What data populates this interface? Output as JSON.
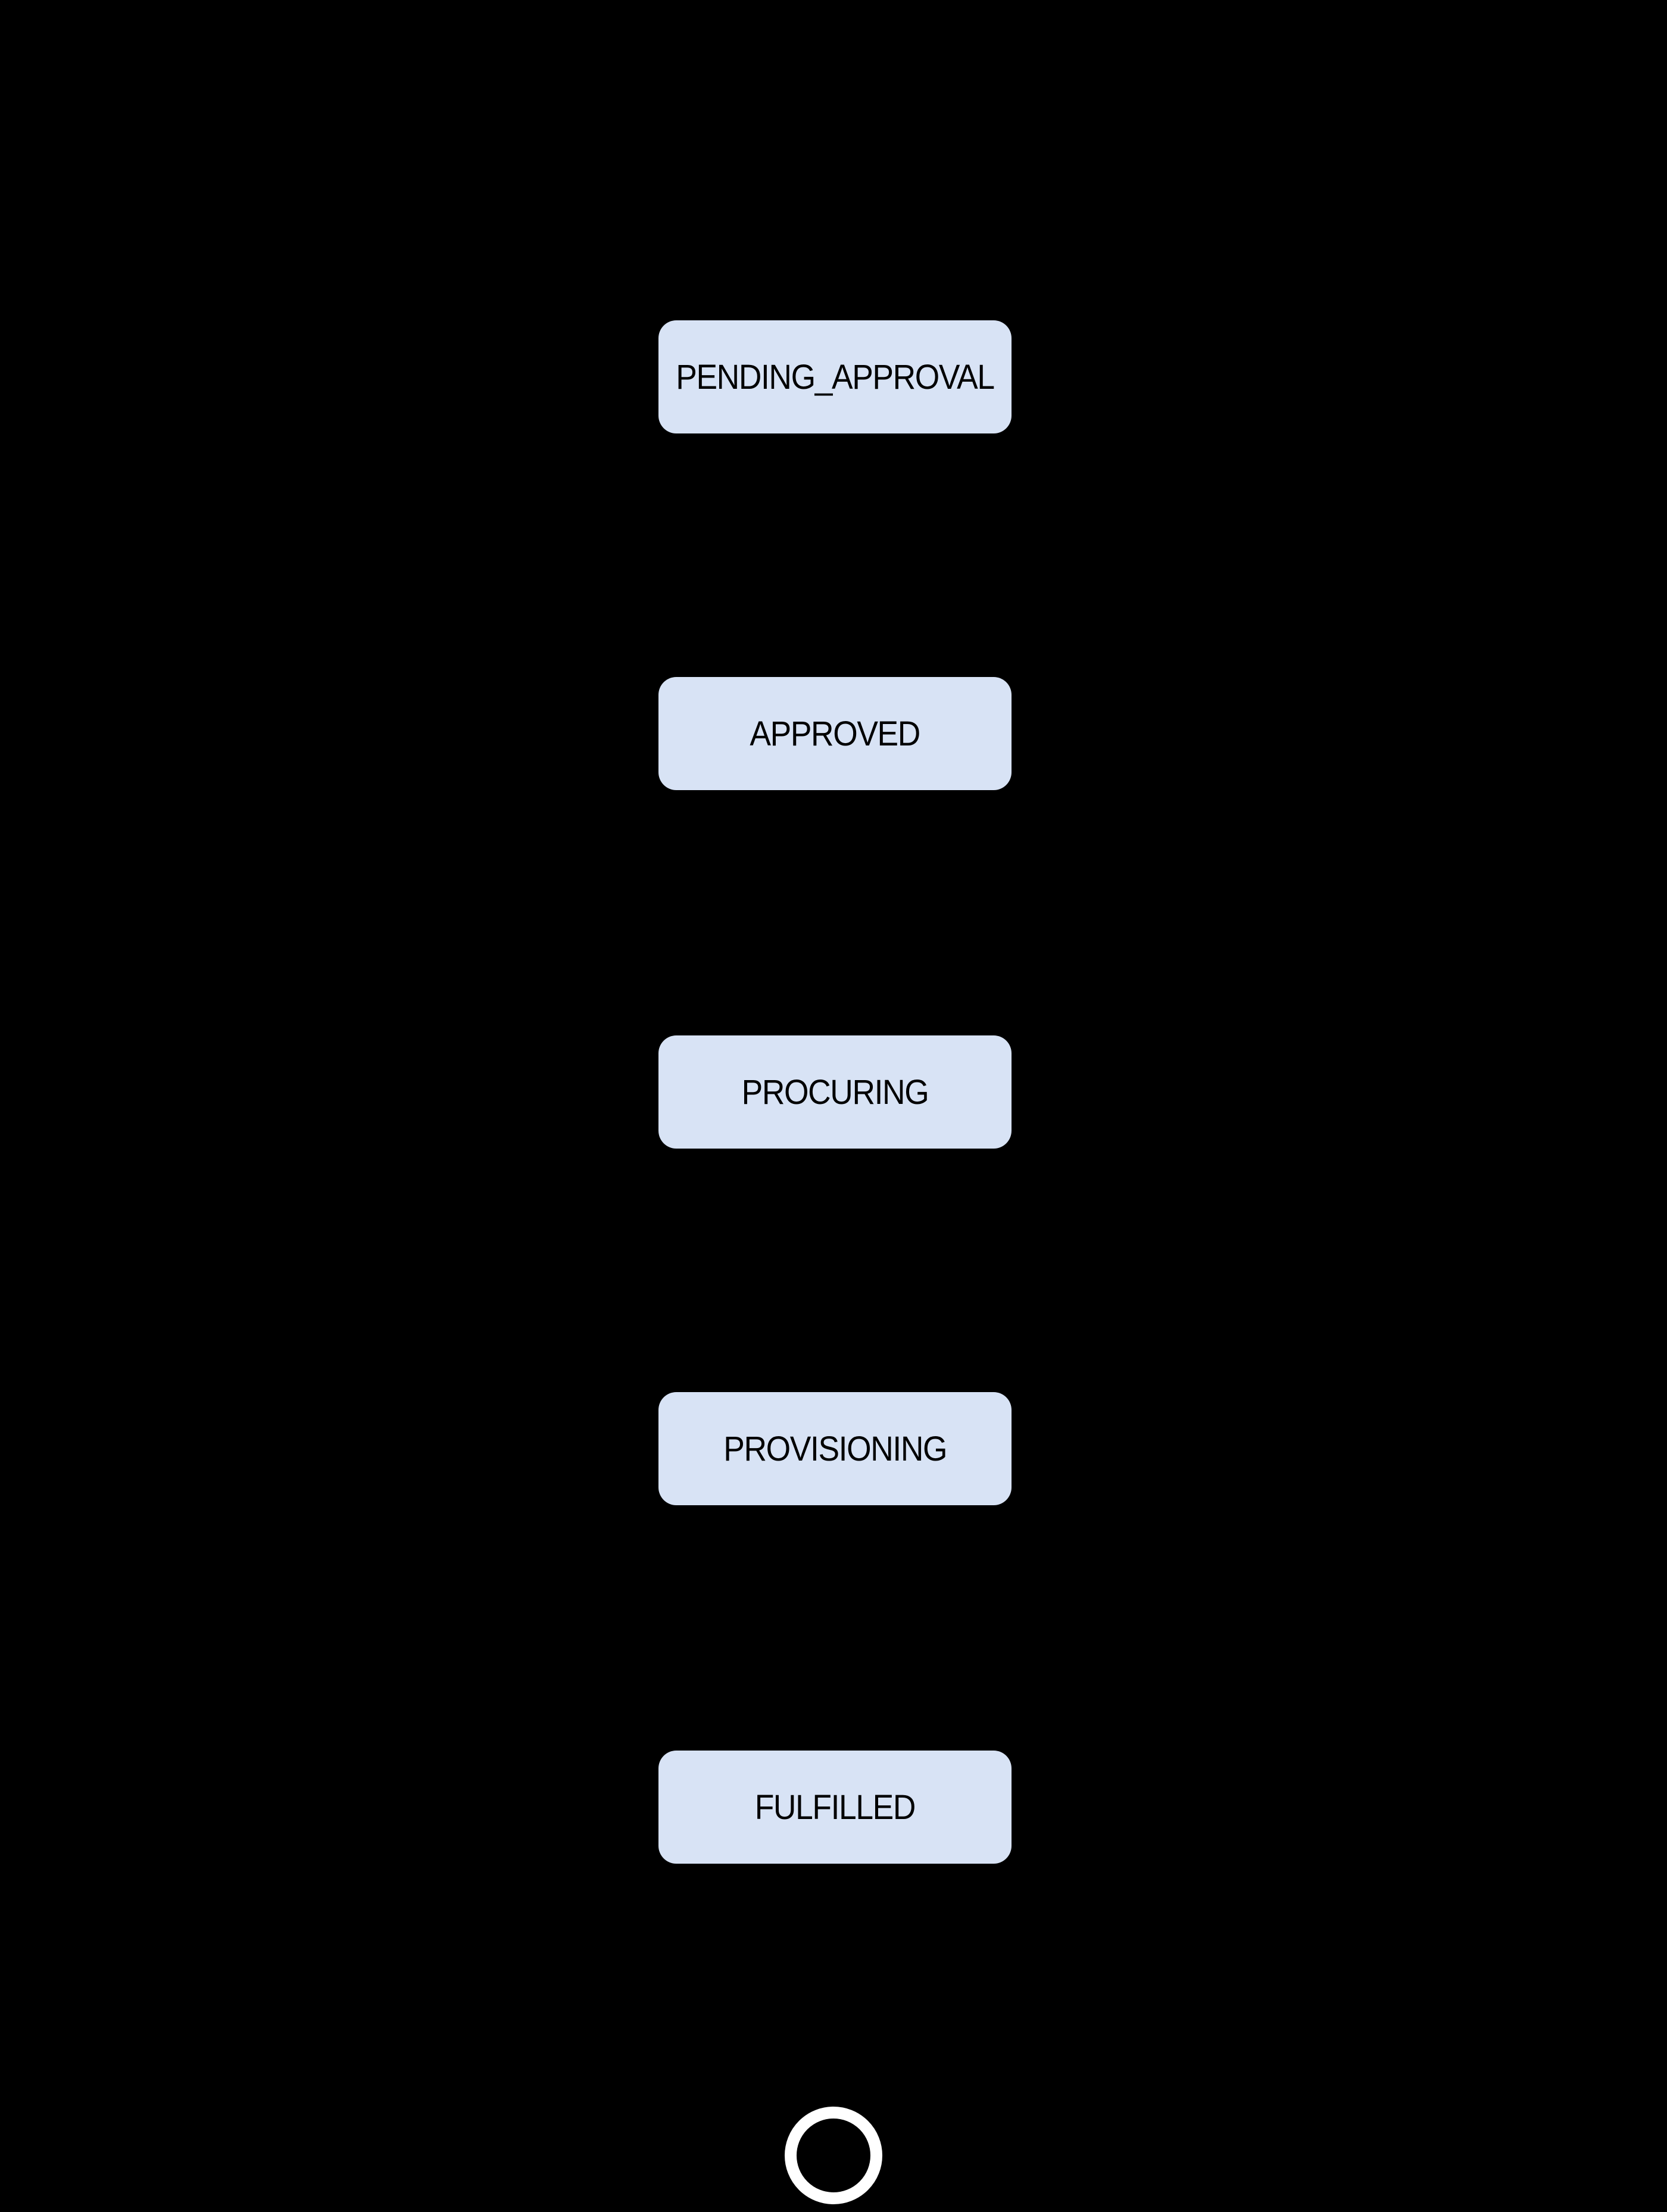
{
  "diagram": {
    "type": "state-diagram",
    "background_color": "#000000",
    "node_fill_color": "#d8e3f5",
    "node_text_color": "#000000",
    "final_marker_color": "#ffffff",
    "states": [
      {
        "label": "PENDING_APPROVAL"
      },
      {
        "label": "APPROVED"
      },
      {
        "label": "PROCURING"
      },
      {
        "label": "PROVISIONING"
      },
      {
        "label": "FULFILLED"
      }
    ],
    "flow_order": "top-to-bottom",
    "final_state": {
      "marker": "ring"
    }
  }
}
